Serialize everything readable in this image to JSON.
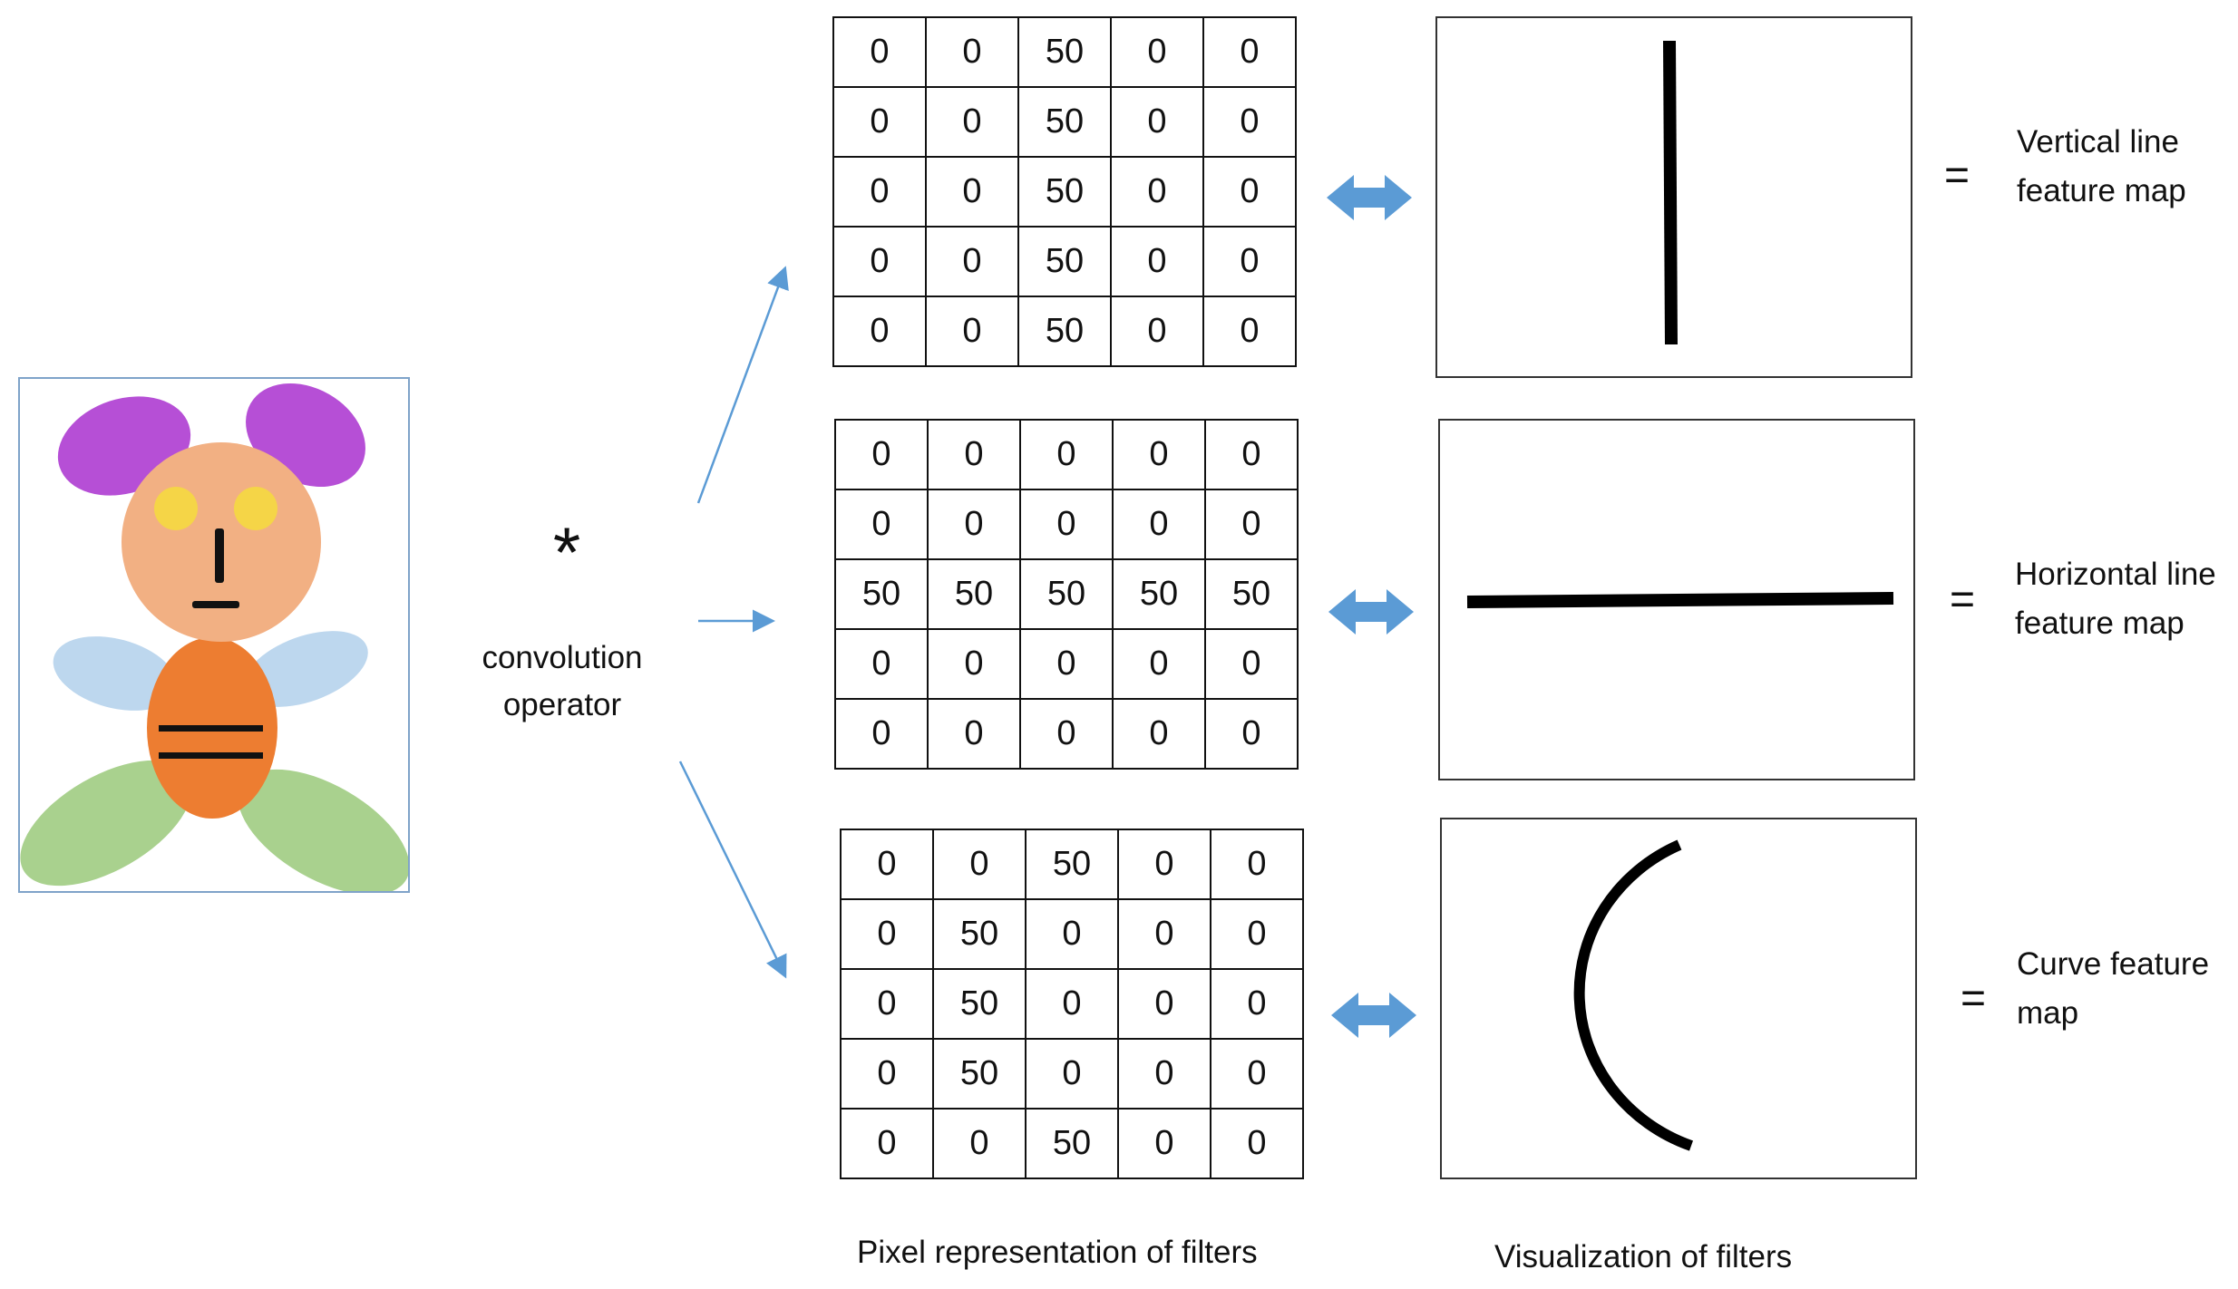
{
  "operator": {
    "symbol": "*",
    "label_line1": "convolution",
    "label_line2": "operator"
  },
  "filters": [
    {
      "rows": [
        [
          "0",
          "0",
          "50",
          "0",
          "0"
        ],
        [
          "0",
          "0",
          "50",
          "0",
          "0"
        ],
        [
          "0",
          "0",
          "50",
          "0",
          "0"
        ],
        [
          "0",
          "0",
          "50",
          "0",
          "0"
        ],
        [
          "0",
          "0",
          "50",
          "0",
          "0"
        ]
      ],
      "equals": "=",
      "label_line1": "Vertical line",
      "label_line2": "feature map"
    },
    {
      "rows": [
        [
          "0",
          "0",
          "0",
          "0",
          "0"
        ],
        [
          "0",
          "0",
          "0",
          "0",
          "0"
        ],
        [
          "50",
          "50",
          "50",
          "50",
          "50"
        ],
        [
          "0",
          "0",
          "0",
          "0",
          "0"
        ],
        [
          "0",
          "0",
          "0",
          "0",
          "0"
        ]
      ],
      "equals": "=",
      "label_line1": "Horizontal line",
      "label_line2": "feature map"
    },
    {
      "rows": [
        [
          "0",
          "0",
          "50",
          "0",
          "0"
        ],
        [
          "0",
          "50",
          "0",
          "0",
          "0"
        ],
        [
          "0",
          "50",
          "0",
          "0",
          "0"
        ],
        [
          "0",
          "50",
          "0",
          "0",
          "0"
        ],
        [
          "0",
          "0",
          "50",
          "0",
          "0"
        ]
      ],
      "equals": "=",
      "label_line1": "Curve feature",
      "label_line2": "map"
    }
  ],
  "captions": {
    "pixel": "Pixel representation of filters",
    "visualization": "Visualization of filters"
  },
  "colors": {
    "arrow_blue": "#5b9bd5",
    "thin_arrow": "#5b9bd5",
    "character_ears": "#b64fd6",
    "character_head": "#f2b083",
    "character_eyes": "#f5d547",
    "character_body": "#ed7d31",
    "character_wings": "#bdd7ee",
    "character_legs": "#a9d18e"
  }
}
